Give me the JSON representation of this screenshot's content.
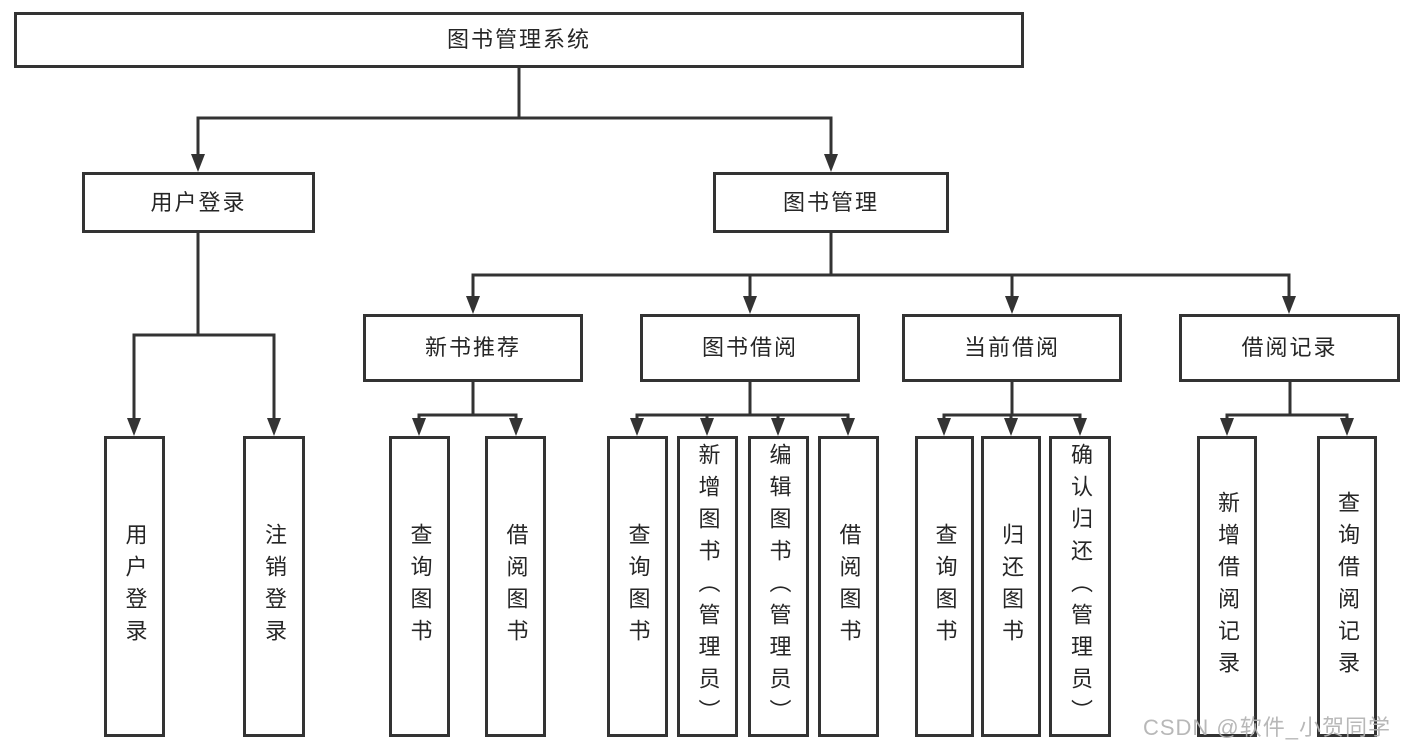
{
  "watermark": {
    "text": "CSDN @软件_小贺同学"
  },
  "colors": {
    "line": "#333333",
    "border": "#333333",
    "text": "#262626",
    "watermark": "#b2b2b2",
    "background": "#ffffff"
  },
  "tree": {
    "root": "图书管理系统",
    "children": [
      {
        "label": "用户登录",
        "children": [
          "用户登录",
          "注销登录"
        ]
      },
      {
        "label": "图书管理",
        "children": [
          {
            "label": "新书推荐",
            "children": [
              "查询图书",
              "借阅图书"
            ]
          },
          {
            "label": "图书借阅",
            "children": [
              "查询图书",
              "新增图书（管理员）",
              "编辑图书（管理员）",
              "借阅图书"
            ]
          },
          {
            "label": "当前借阅",
            "children": [
              "查询图书",
              "归还图书",
              "确认归还（管理员）"
            ]
          },
          {
            "label": "借阅记录",
            "children": [
              "新增借阅记录",
              "查询借阅记录"
            ]
          }
        ]
      }
    ]
  }
}
